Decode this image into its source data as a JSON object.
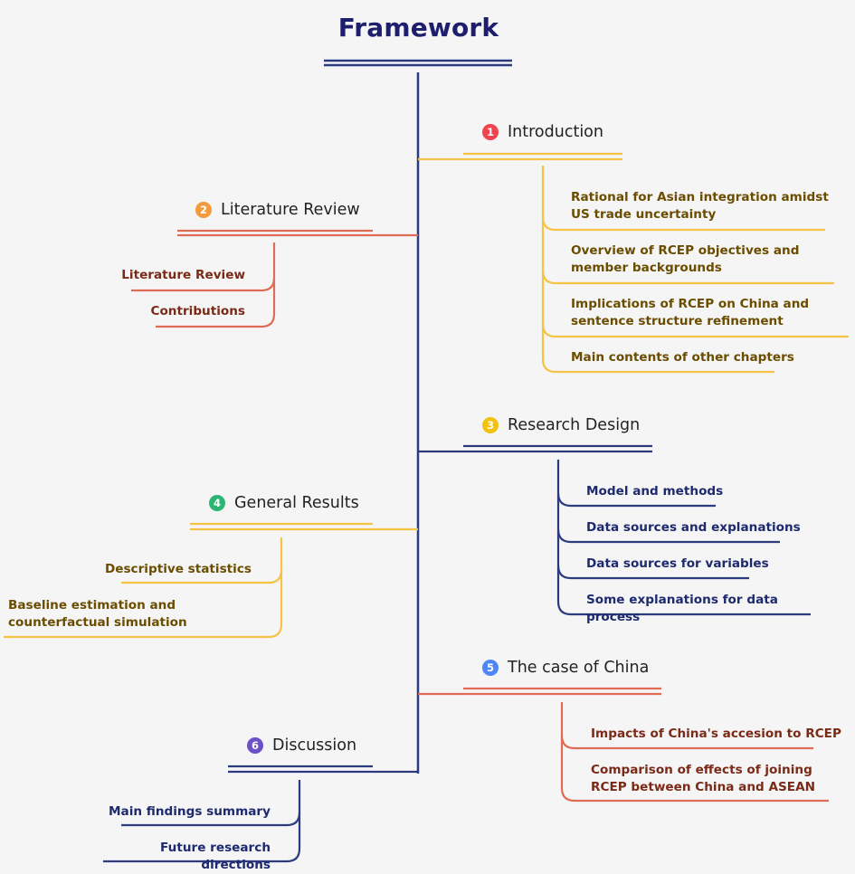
{
  "title": "Framework",
  "colors": {
    "trunk": "#2c3a7e",
    "yellow": "#f6c445",
    "red": "#e06c55",
    "blue": "#2c3a7e",
    "badge_red": "#f0454f",
    "badge_orange": "#f59a3c",
    "badge_yellow": "#f2c20f",
    "badge_green": "#2bb673",
    "badge_blue": "#4f86f7",
    "badge_purple": "#6c4fc9"
  },
  "branches": [
    {
      "number": "1",
      "label": "Introduction",
      "items": [
        "Rational for Asian integration amidst US trade uncertainty",
        "Overview of RCEP objectives and member backgrounds",
        "Implications of RCEP on China and sentence structure refinement",
        "Main contents of other chapters"
      ]
    },
    {
      "number": "2",
      "label": "Literature Review",
      "items": [
        "Literature Review",
        "Contributions"
      ]
    },
    {
      "number": "3",
      "label": "Research Design",
      "items": [
        "Model and methods",
        "Data sources and explanations",
        "Data sources for variables",
        "Some explanations for data process"
      ]
    },
    {
      "number": "4",
      "label": "General Results",
      "items": [
        "Descriptive statistics",
        "Baseline estimation and counterfactual simulation"
      ]
    },
    {
      "number": "5",
      "label": "The case of China",
      "items": [
        "Impacts of China's accesion to RCEP",
        "Comparison of effects of joining RCEP between China and ASEAN"
      ]
    },
    {
      "number": "6",
      "label": "Discussion",
      "items": [
        "Main findings summary",
        "Future research directions"
      ]
    }
  ]
}
